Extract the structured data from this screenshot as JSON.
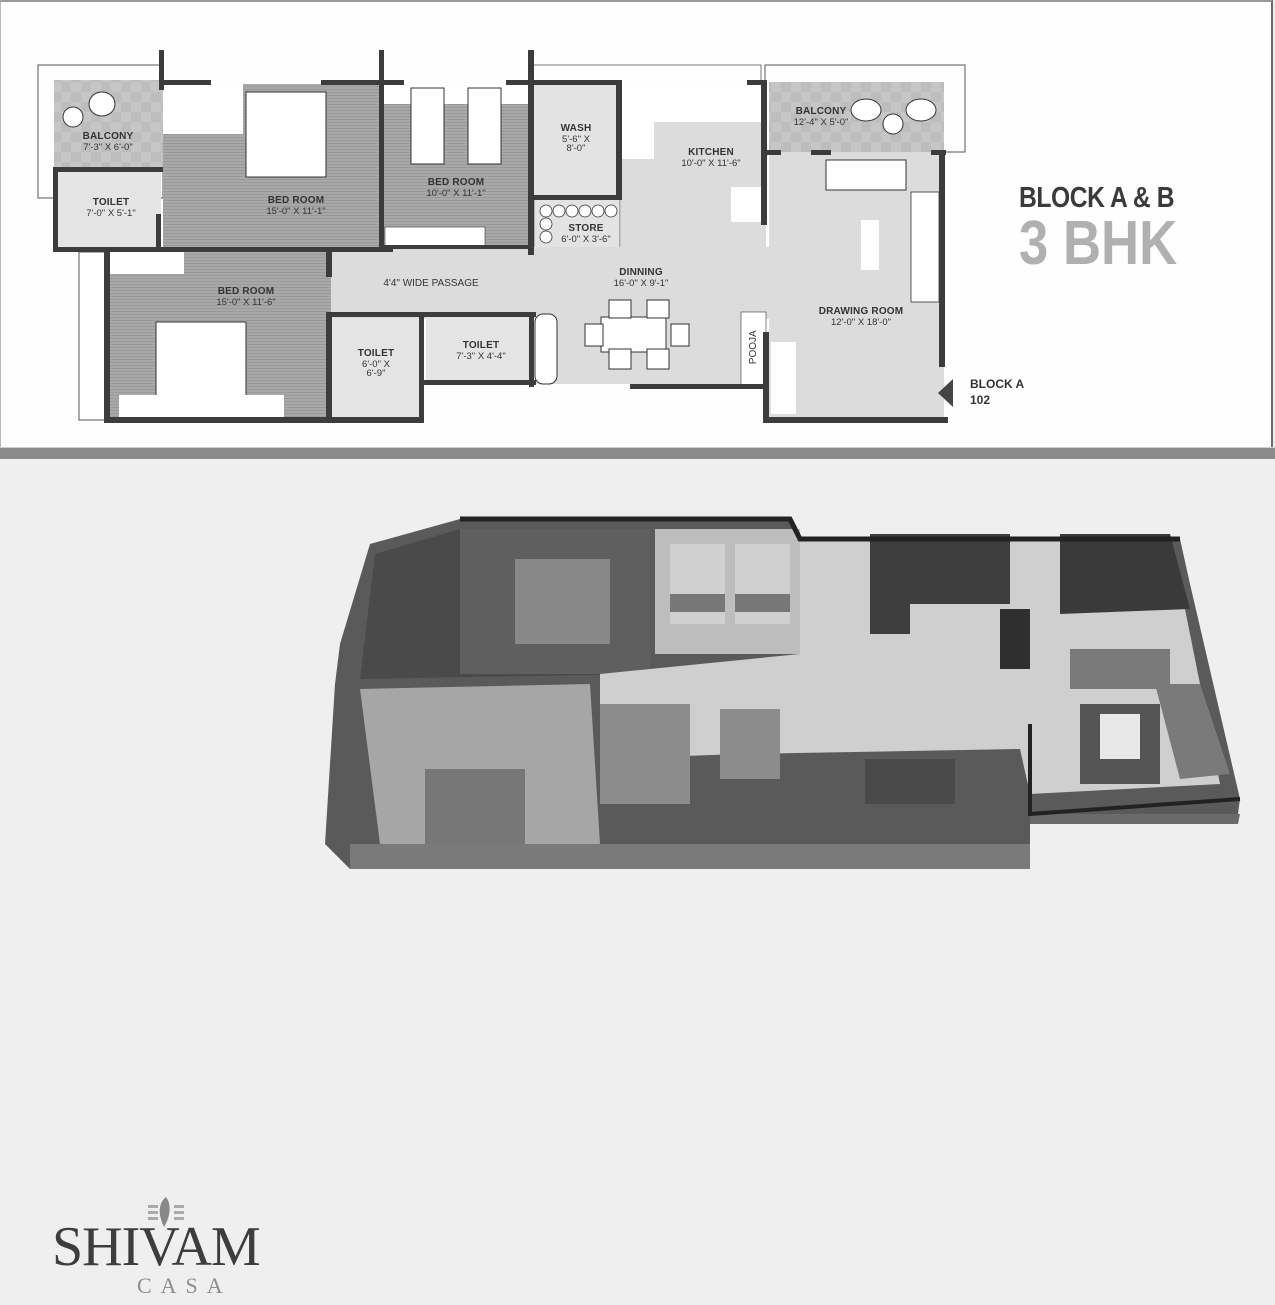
{
  "brochure": {
    "title": {
      "block": "BLOCK A & B",
      "type": "3 BHK"
    },
    "entry": {
      "block": "BLOCK A",
      "unit": "102"
    },
    "logo": {
      "name": "SHIVAM",
      "sub": "CASA"
    }
  },
  "floor_plan": {
    "rooms": [
      {
        "name": "BALCONY",
        "size": "7'-3\" X 6'-0\""
      },
      {
        "name": "TOILET",
        "size": "7'-0\" X 5'-1\""
      },
      {
        "name": "BED ROOM",
        "size": "15'-0\" X 11'-1\""
      },
      {
        "name": "BED ROOM",
        "size": "10'-0\" X 11'-1\""
      },
      {
        "name": "WASH",
        "size": "5'-6\" X",
        "size2": "8'-0\""
      },
      {
        "name": "KITCHEN",
        "size": "10'-0\" X 11'-6\""
      },
      {
        "name": "BALCONY",
        "size": "12'-4\" X 5'-0\""
      },
      {
        "name": "STORE",
        "size": "6'-0\" X 3'-6\""
      },
      {
        "name": "BED ROOM",
        "size": "15'-0\" X 11'-6\""
      },
      {
        "name": "4'4\" WIDE PASSAGE"
      },
      {
        "name": "DINNING",
        "size": "16'-0\" X 9'-1\""
      },
      {
        "name": "TOILET",
        "size": "6'-0\" X",
        "size2": "6'-9\""
      },
      {
        "name": "TOILET",
        "size": "7'-3\" X 4'-4\""
      },
      {
        "name": "DRAWING ROOM",
        "size": "12'-0\" X 18'-0\""
      },
      {
        "name": "POOJA"
      }
    ]
  },
  "colors": {
    "wall": "#3c3c3c",
    "bed_floor": "#a9a9a9",
    "common_floor": "#dcdcdc",
    "balcony_floor": "#c4c4c4",
    "title_dark": "#3a3a3a",
    "title_light": "#b0b0b0",
    "divider": "#8a8a8a"
  }
}
